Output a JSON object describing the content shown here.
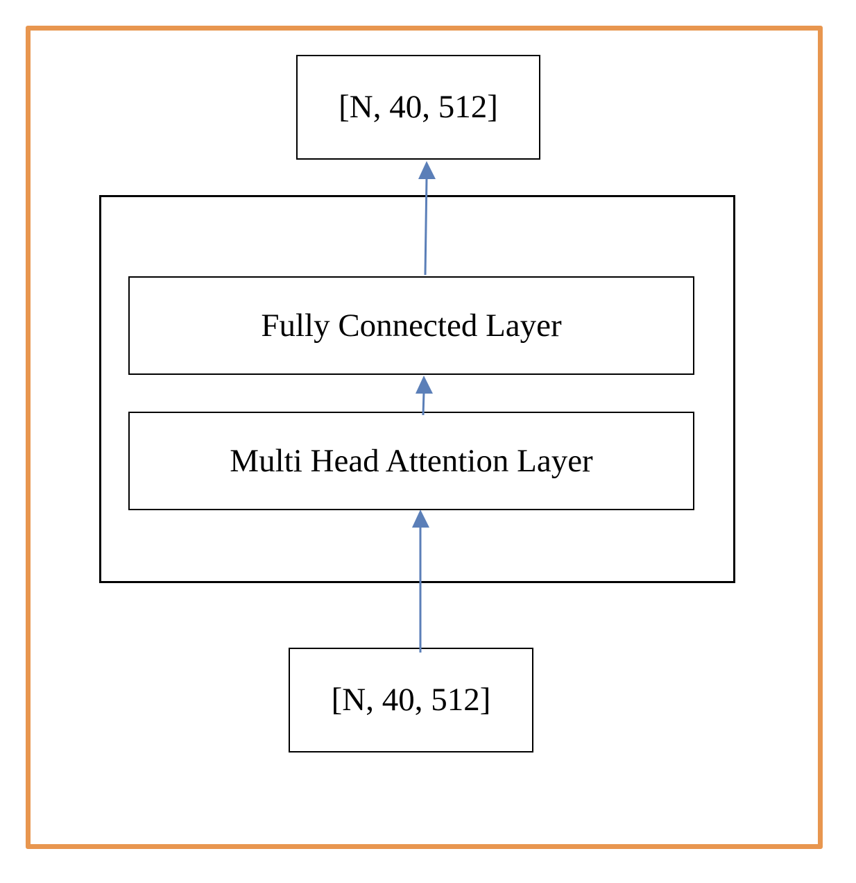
{
  "diagram": {
    "output_shape": "[N, 40, 512]",
    "fully_connected_label": "Fully Connected Layer",
    "multi_head_attention_label": "Multi Head Attention Layer",
    "input_shape": "[N, 40, 512]"
  },
  "colors": {
    "frame_border": "#e8964f",
    "arrow": "#5b7fb8",
    "box_border": "#000000"
  }
}
